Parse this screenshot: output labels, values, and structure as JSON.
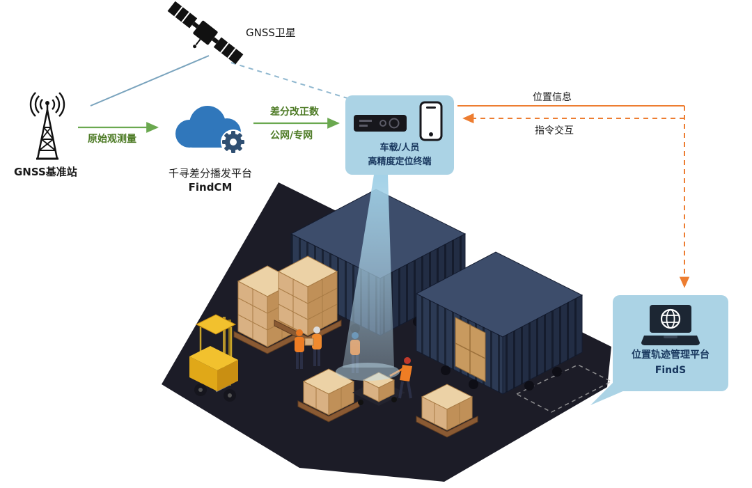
{
  "nodes": {
    "satellite": {
      "label": "GNSS卫星"
    },
    "base_station": {
      "label": "GNSS基准站"
    },
    "cloud": {
      "name": "千寻差分播发平台",
      "product": "FindCM"
    },
    "terminal": {
      "line1": "车载/人员",
      "line2": "高精度定位终端"
    },
    "platform": {
      "name": "位置轨迹管理平台",
      "product": "FindS"
    }
  },
  "edges": {
    "raw_observation": {
      "label": "原始观测量"
    },
    "correction": {
      "line1": "差分改正数",
      "line2": "公网/专网"
    },
    "position_info": {
      "label": "位置信息"
    },
    "command": {
      "label": "指令交互"
    }
  },
  "icons": {
    "satellite": "satellite-icon",
    "base_station": "radio-tower-icon",
    "cloud": "cloud-gear-icon",
    "receiver": "gnss-receiver-icon",
    "phone": "smartphone-icon",
    "laptop_globe": "laptop-globe-icon"
  },
  "colors": {
    "bubble_bg": "#abd3e5",
    "bubble_text": "#17365d",
    "green_arrow": "#6aa84f",
    "green_text": "#4c7a24",
    "orange_arrow": "#ed7d31",
    "cloud_blue": "#3077bb",
    "satellite_line": "#79a3bd",
    "floor_dark": "#1c1c27",
    "container_navy": "#2c3a54",
    "box_tan": "#d9b183",
    "forklift_yellow": "#f0b429",
    "beam_blue": "#9ecfe6"
  }
}
